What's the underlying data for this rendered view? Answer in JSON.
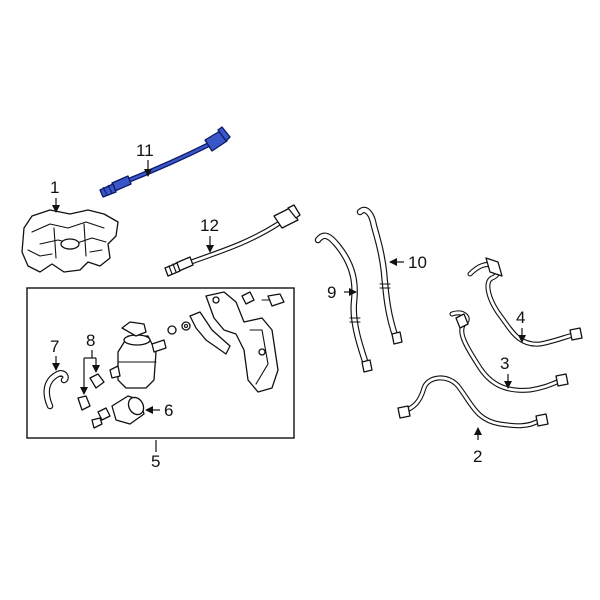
{
  "diagram": {
    "callouts": {
      "c1": "1",
      "c2": "2",
      "c3": "3",
      "c4": "4",
      "c5": "5",
      "c6": "6",
      "c7": "7",
      "c8": "8",
      "c9": "9",
      "c10": "10",
      "c11": "11",
      "c12": "12"
    },
    "highlight_color": "#3b56c8",
    "line_color": "#111111"
  }
}
